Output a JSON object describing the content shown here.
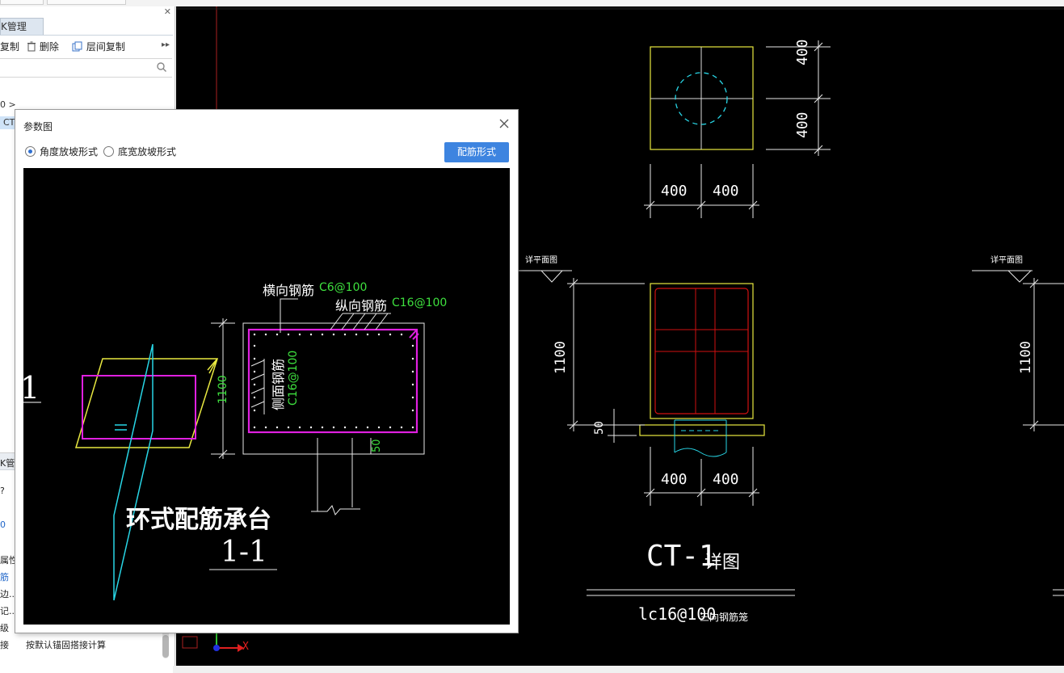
{
  "left_panel": {
    "tab_label": "K管理",
    "toolbar": {
      "copy_label": "复制",
      "delete_label": "删除",
      "floor_copy_label": "层间复制"
    },
    "tree": {
      "item1": "0 >",
      "item2": "CT"
    },
    "property_panel": {
      "header": "K管:",
      "rows": [
        "?",
        "0",
        "属性",
        "筋",
        "边...",
        "记...",
        "级",
        "接"
      ],
      "value_text": "按默认锚固搭接计算"
    }
  },
  "dialog": {
    "title": "参数图",
    "radio_angle": "角度放坡形式",
    "radio_width": "底宽放坡形式",
    "selected_radio": "角度放坡形式",
    "rebar_button": "配筋形式",
    "diagram": {
      "transverse_label": "横向钢筋",
      "transverse_value": "C6@100",
      "longitudinal_label": "纵向钢筋",
      "longitudinal_value": "C16@100",
      "side_label": "侧面钢筋",
      "side_value": "C16@100",
      "height_dim": "1100",
      "bottom_dim": "50",
      "caption": "环式配筋承台",
      "section": "1-1",
      "left_cut": "1"
    }
  },
  "cad": {
    "plan_dims": {
      "top_right": "400",
      "bottom_right": "400",
      "bottom_left": "400",
      "bottom_second": "400"
    },
    "section_label": "详平面图",
    "section_label_right": "详平面图",
    "elev_height": "1100",
    "elev_height_right": "1100",
    "elev_bottom": "50",
    "elev_dims_left": "400",
    "elev_dims_right": "400",
    "title": "CT-1",
    "title_suffix": "详图",
    "note": "lc16@100",
    "note_suffix": "三向钢筋笼",
    "axis_x": "X",
    "colors": {
      "frame": "#e8e840",
      "rebar": "#d01010",
      "pile": "#28d6e6",
      "dim": "#e8e8e8"
    }
  }
}
